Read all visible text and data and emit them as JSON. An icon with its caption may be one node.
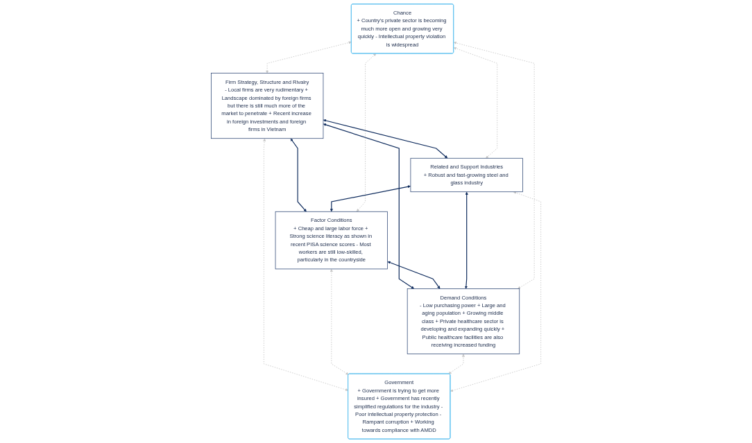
{
  "diagram": {
    "nodes": [
      {
        "text": [
          "Chance",
          "+ Country’s private sector is becoming much more open and growing very quickly - Intellectual property violation is widespread"
        ]
      },
      {
        "text": [
          "Firm Strategy, Structure and Rivalry",
          "- Local firms are very rudimentary + Landscape dominated by foreign firms but there is still much more of the market to penetrate + Recent increase in foreign investments and foreign firms in Vietnam"
        ]
      },
      {
        "text": [
          "Factor Conditions",
          "+ Cheap and large labor force + Strong science literacy as shown in recent PISA science scores - Most workers are still low-skilled, particularly in the countryside"
        ]
      },
      {
        "text": [
          "Demand Conditions",
          "- Low purchasing power + Large and aging population + Growing middle class + Private healthcare sector is developing and expanding quickly + Public healthcare facilities are also receiving increased funding"
        ]
      },
      {
        "text": [
          "Related and Support Industries",
          "+ Robust and fast-growing steel and glass industry"
        ]
      },
      {
        "text": [
          "Government",
          "+ Government is trying to get more insured + Government has recently simplified regulations for the industry - Poor intellectual property protection - Rampant corruption + Working towards compliance with AMDD"
        ]
      }
    ],
    "edges": [
      {
        "from": 1,
        "to": 2,
        "arrow": "both",
        "color": "#0d2a5c"
      },
      {
        "from": 1,
        "to": 3,
        "arrow": "both",
        "color": "#0d2a5c"
      },
      {
        "from": 2,
        "to": 3,
        "arrow": "both",
        "color": "#0d2a5c"
      },
      {
        "from": 1,
        "to": 4,
        "arrow": "both",
        "color": "#0d2a5c"
      },
      {
        "from": 4,
        "to": 2,
        "arrow": "both",
        "color": "#0d2a5c"
      },
      {
        "from": 4,
        "to": 3,
        "arrow": "both",
        "color": "#0d2a5c"
      },
      {
        "from": 0,
        "to": 1,
        "arrow": "both",
        "style": "dashed",
        "color": "#c8c8c8"
      },
      {
        "from": 0,
        "to": 2,
        "arrow": "both",
        "style": "dashed",
        "color": "#c8c8c8"
      },
      {
        "from": 0,
        "to": 3,
        "arrow": "both",
        "style": "dashed",
        "color": "#c8c8c8"
      },
      {
        "from": 0,
        "to": 4,
        "arrow": "both",
        "style": "dashed",
        "color": "#c8c8c8"
      },
      {
        "from": 1,
        "to": 5,
        "arrow": "both",
        "style": "dashed",
        "color": "#c8c8c8"
      },
      {
        "from": 2,
        "to": 5,
        "arrow": "both",
        "style": "dashed",
        "color": "#c8c8c8"
      },
      {
        "from": 3,
        "to": 5,
        "arrow": "both",
        "style": "dashed",
        "color": "#c8c8c8"
      },
      {
        "from": 4,
        "to": 5,
        "arrow": "both",
        "style": "dashed",
        "color": "#c8c8c8"
      }
    ]
  }
}
